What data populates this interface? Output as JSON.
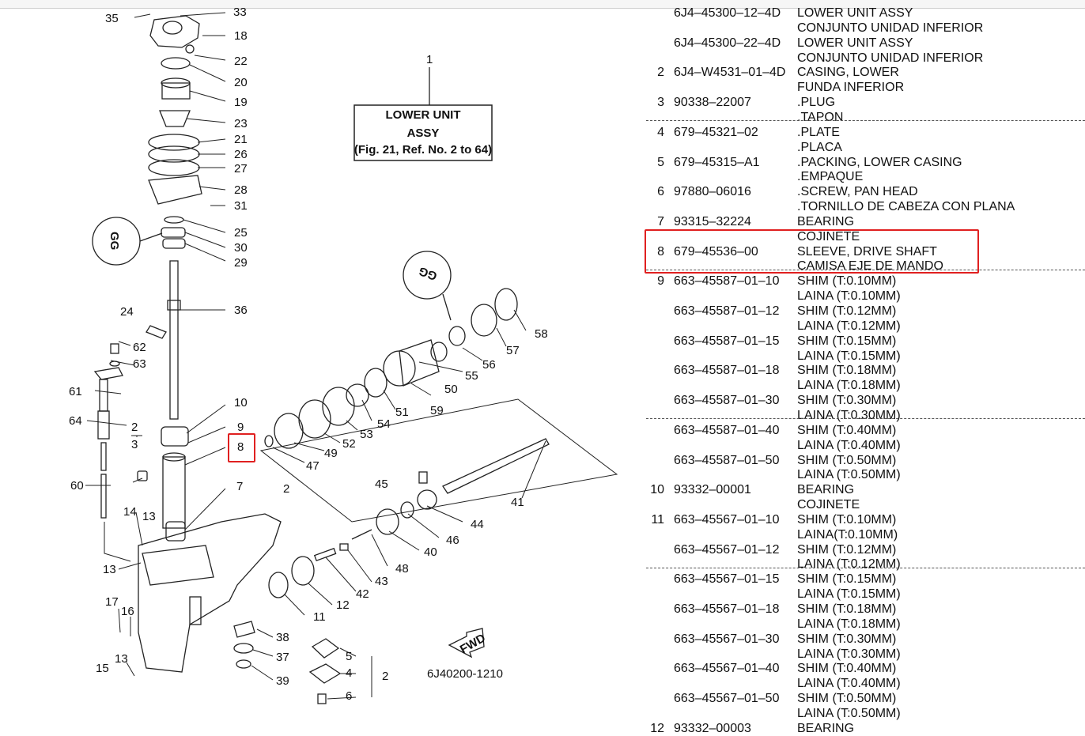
{
  "diagram": {
    "title_box": {
      "ref": "1",
      "line1": "LOWER UNIT",
      "line2": "ASSY",
      "line3": "(Fig. 21, Ref. No. 2 to 64)"
    },
    "figure_code": "6J40200-1210",
    "fwd_label": "FWD",
    "gg_label": "GG",
    "callouts": [
      {
        "id": "33",
        "text": "33"
      },
      {
        "id": "35",
        "text": "35"
      },
      {
        "id": "18",
        "text": "18"
      },
      {
        "id": "22",
        "text": "22"
      },
      {
        "id": "20",
        "text": "20"
      },
      {
        "id": "19",
        "text": "19"
      },
      {
        "id": "23",
        "text": "23"
      },
      {
        "id": "21",
        "text": "21"
      },
      {
        "id": "26",
        "text": "26"
      },
      {
        "id": "27",
        "text": "27"
      },
      {
        "id": "28",
        "text": "28"
      },
      {
        "id": "31",
        "text": "31"
      },
      {
        "id": "25",
        "text": "25"
      },
      {
        "id": "30",
        "text": "30"
      },
      {
        "id": "29",
        "text": "29"
      },
      {
        "id": "36",
        "text": "36"
      },
      {
        "id": "24",
        "text": "24"
      },
      {
        "id": "62",
        "text": "62"
      },
      {
        "id": "63",
        "text": "63"
      },
      {
        "id": "61",
        "text": "61"
      },
      {
        "id": "64",
        "text": "64"
      },
      {
        "id": "10",
        "text": "10"
      },
      {
        "id": "9",
        "text": "9"
      },
      {
        "id": "8",
        "text": "8"
      },
      {
        "id": "2a",
        "text": "2"
      },
      {
        "id": "3",
        "text": "3"
      },
      {
        "id": "60",
        "text": "60"
      },
      {
        "id": "14",
        "text": "14"
      },
      {
        "id": "13a",
        "text": "13"
      },
      {
        "id": "13b",
        "text": "13"
      },
      {
        "id": "7",
        "text": "7"
      },
      {
        "id": "2b",
        "text": "2"
      },
      {
        "id": "17",
        "text": "17"
      },
      {
        "id": "16",
        "text": "16"
      },
      {
        "id": "13c",
        "text": "13"
      },
      {
        "id": "15",
        "text": "15"
      },
      {
        "id": "47",
        "text": "47"
      },
      {
        "id": "49",
        "text": "49"
      },
      {
        "id": "52",
        "text": "52"
      },
      {
        "id": "53",
        "text": "53"
      },
      {
        "id": "54",
        "text": "54"
      },
      {
        "id": "51",
        "text": "51"
      },
      {
        "id": "50",
        "text": "50"
      },
      {
        "id": "59",
        "text": "59"
      },
      {
        "id": "55",
        "text": "55"
      },
      {
        "id": "56",
        "text": "56"
      },
      {
        "id": "57",
        "text": "57"
      },
      {
        "id": "58",
        "text": "58"
      },
      {
        "id": "45",
        "text": "45"
      },
      {
        "id": "41",
        "text": "41"
      },
      {
        "id": "44",
        "text": "44"
      },
      {
        "id": "46",
        "text": "46"
      },
      {
        "id": "40",
        "text": "40"
      },
      {
        "id": "48",
        "text": "48"
      },
      {
        "id": "43",
        "text": "43"
      },
      {
        "id": "42",
        "text": "42"
      },
      {
        "id": "12",
        "text": "12"
      },
      {
        "id": "11",
        "text": "11"
      },
      {
        "id": "38",
        "text": "38"
      },
      {
        "id": "37",
        "text": "37"
      },
      {
        "id": "39",
        "text": "39"
      },
      {
        "id": "5",
        "text": "5"
      },
      {
        "id": "4",
        "text": "4"
      },
      {
        "id": "2c",
        "text": "2"
      },
      {
        "id": "6",
        "text": "6"
      }
    ]
  },
  "parts_list": {
    "rows": [
      {
        "ref": "",
        "num": "6J4–45300–12–4D",
        "desc": "LOWER UNIT ASSY"
      },
      {
        "ref": "",
        "num": "",
        "desc": "CONJUNTO UNIDAD INFERIOR"
      },
      {
        "ref": "",
        "num": "6J4–45300–22–4D",
        "desc": "LOWER UNIT ASSY"
      },
      {
        "ref": "",
        "num": "",
        "desc": "CONJUNTO UNIDAD INFERIOR"
      },
      {
        "ref": "2",
        "num": "6J4–W4531–01–4D",
        "desc": "CASING, LOWER"
      },
      {
        "ref": "",
        "num": "",
        "desc": "FUNDA INFERIOR"
      },
      {
        "ref": "3",
        "num": "90338–22007",
        "desc": ".PLUG"
      },
      {
        "ref": "",
        "num": "",
        "desc": ".TAPON"
      },
      {
        "ref": "4",
        "num": "679–45321–02",
        "desc": ".PLATE"
      },
      {
        "ref": "",
        "num": "",
        "desc": ".PLACA"
      },
      {
        "ref": "5",
        "num": "679–45315–A1",
        "desc": ".PACKING, LOWER CASING"
      },
      {
        "ref": "",
        "num": "",
        "desc": ".EMPAQUE"
      },
      {
        "ref": "6",
        "num": "97880–06016",
        "desc": ".SCREW, PAN HEAD"
      },
      {
        "ref": "",
        "num": "",
        "desc": ".TORNILLO  DE CABEZA CON PLANA"
      },
      {
        "ref": "7",
        "num": "93315–32224",
        "desc": "BEARING"
      },
      {
        "ref": "",
        "num": "",
        "desc": "COJINETE"
      },
      {
        "ref": "8",
        "num": "679–45536–00",
        "desc": "SLEEVE, DRIVE SHAFT"
      },
      {
        "ref": "",
        "num": "",
        "desc": "CAMISA EJE DE MANDO"
      },
      {
        "ref": "9",
        "num": "663–45587–01–10",
        "desc": "SHIM (T:0.10MM)"
      },
      {
        "ref": "",
        "num": "",
        "desc": "LAINA (T:0.10MM)"
      },
      {
        "ref": "",
        "num": "663–45587–01–12",
        "desc": "SHIM (T:0.12MM)"
      },
      {
        "ref": "",
        "num": "",
        "desc": "LAINA (T:0.12MM)"
      },
      {
        "ref": "",
        "num": "663–45587–01–15",
        "desc": "SHIM (T:0.15MM)"
      },
      {
        "ref": "",
        "num": "",
        "desc": "LAINA (T:0.15MM)"
      },
      {
        "ref": "",
        "num": "663–45587–01–18",
        "desc": "SHIM (T:0.18MM)"
      },
      {
        "ref": "",
        "num": "",
        "desc": "LAINA (T:0.18MM)"
      },
      {
        "ref": "",
        "num": "663–45587–01–30",
        "desc": "SHIM (T:0.30MM)"
      },
      {
        "ref": "",
        "num": "",
        "desc": "LAINA (T:0.30MM)"
      },
      {
        "ref": "",
        "num": "663–45587–01–40",
        "desc": "SHIM (T:0.40MM)"
      },
      {
        "ref": "",
        "num": "",
        "desc": "LAINA (T:0.40MM)"
      },
      {
        "ref": "",
        "num": "663–45587–01–50",
        "desc": "SHIM (T:0.50MM)"
      },
      {
        "ref": "",
        "num": "",
        "desc": "LAINA (T:0.50MM)"
      },
      {
        "ref": "10",
        "num": "93332–00001",
        "desc": "BEARING"
      },
      {
        "ref": "",
        "num": "",
        "desc": "COJINETE"
      },
      {
        "ref": "11",
        "num": "663–45567–01–10",
        "desc": "SHIM (T:0.10MM)"
      },
      {
        "ref": "",
        "num": "",
        "desc": "LAINA(T:0.10MM)"
      },
      {
        "ref": "",
        "num": "663–45567–01–12",
        "desc": "SHIM (T:0.12MM)"
      },
      {
        "ref": "",
        "num": "",
        "desc": "LAINA (T:0.12MM)"
      },
      {
        "ref": "",
        "num": "663–45567–01–15",
        "desc": "SHIM (T:0.15MM)"
      },
      {
        "ref": "",
        "num": "",
        "desc": "LAINA (T:0.15MM)"
      },
      {
        "ref": "",
        "num": "663–45567–01–18",
        "desc": "SHIM (T:0.18MM)"
      },
      {
        "ref": "",
        "num": "",
        "desc": "LAINA (T:0.18MM)"
      },
      {
        "ref": "",
        "num": "663–45567–01–30",
        "desc": "SHIM (T:0.30MM)"
      },
      {
        "ref": "",
        "num": "",
        "desc": "LAINA (T:0.30MM)"
      },
      {
        "ref": "",
        "num": "663–45567–01–40",
        "desc": "SHIM (T:0.40MM)"
      },
      {
        "ref": "",
        "num": "",
        "desc": "LAINA (T:0.40MM)"
      },
      {
        "ref": "",
        "num": "663–45567–01–50",
        "desc": "SHIM (T:0.50MM)"
      },
      {
        "ref": "",
        "num": "",
        "desc": "LAINA (T:0.50MM)"
      },
      {
        "ref": "12",
        "num": "93332–00003",
        "desc": "BEARING"
      }
    ]
  },
  "highlight_color": "#e02020"
}
